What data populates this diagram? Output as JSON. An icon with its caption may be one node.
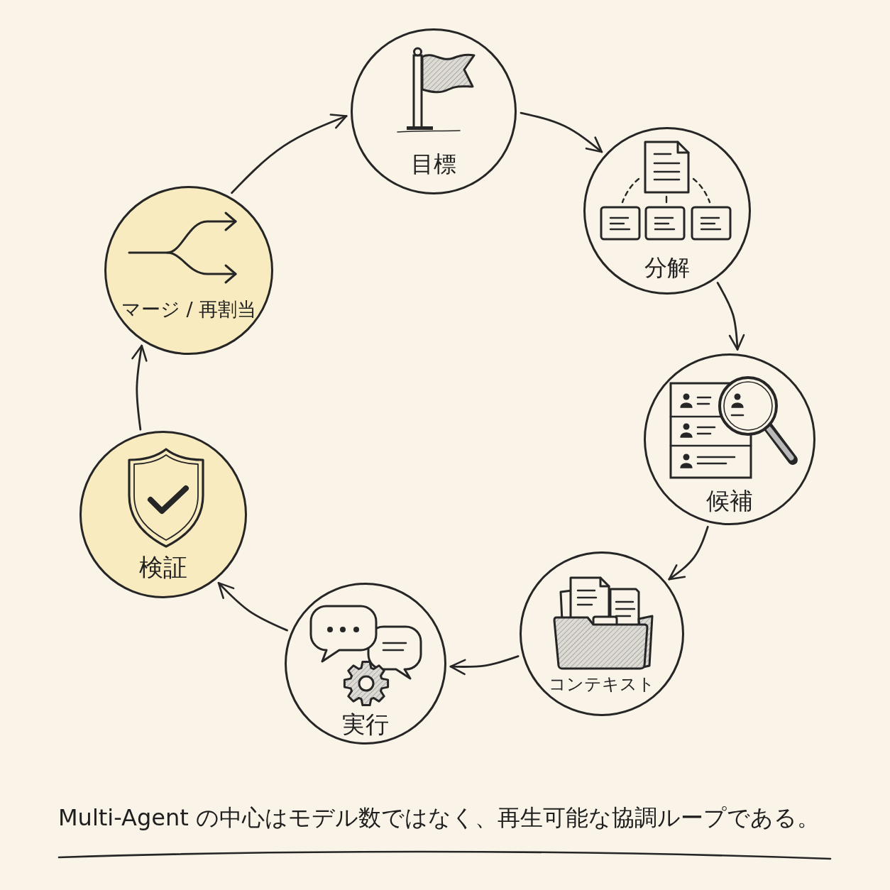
{
  "diagram": {
    "caption": "Multi-Agent の中心はモデル数ではなく、再生可能な協調ループである。",
    "nodes": [
      {
        "text": [
          "目標"
        ]
      },
      {
        "text": [
          "分解"
        ]
      },
      {
        "text": [
          "候補"
        ]
      },
      {
        "text": [
          "コンテキスト"
        ]
      },
      {
        "text": [
          "実行"
        ]
      },
      {
        "text": [
          "検証"
        ]
      },
      {
        "text": [
          "マージ / 再割当"
        ]
      }
    ],
    "edges": [
      {
        "from": 0,
        "to": 1,
        "arrow": "to"
      },
      {
        "from": 1,
        "to": 2,
        "arrow": "to"
      },
      {
        "from": 2,
        "to": 3,
        "arrow": "to"
      },
      {
        "from": 3,
        "to": 4,
        "arrow": "to"
      },
      {
        "from": 4,
        "to": 5,
        "arrow": "to"
      },
      {
        "from": 5,
        "to": 6,
        "arrow": "to"
      },
      {
        "from": 6,
        "to": 0,
        "arrow": "to"
      }
    ]
  }
}
